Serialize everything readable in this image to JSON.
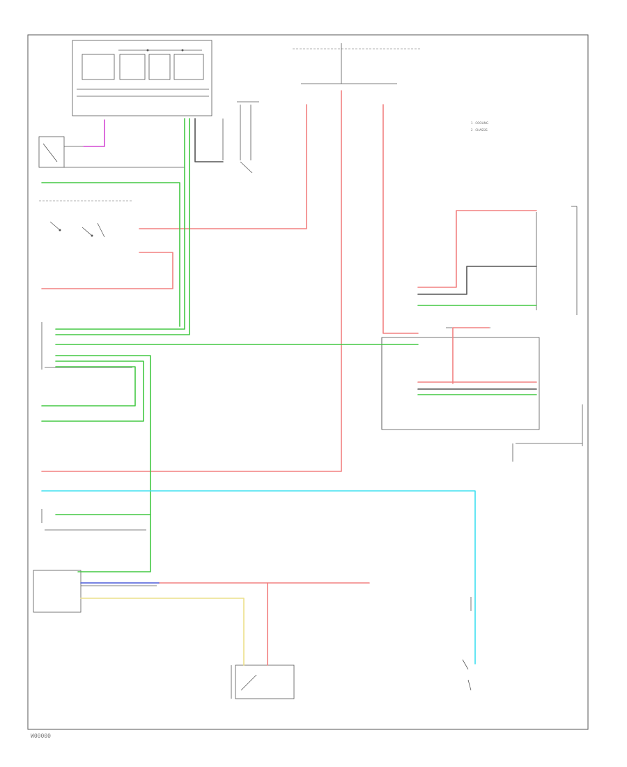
{
  "diagram": {
    "footer_code": "W00000",
    "legend": {
      "items": [
        "1 · COOLING",
        "2 · CHASSIS"
      ]
    },
    "colors": {
      "red": "#f28080",
      "green": "#44c844",
      "cyan": "#3ee0f0",
      "yellow": "#ece08a",
      "blue": "#4a5ad8",
      "magenta": "#d44ad4",
      "dark": "#555555"
    }
  }
}
